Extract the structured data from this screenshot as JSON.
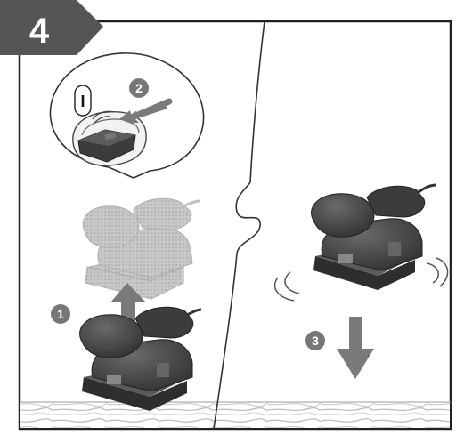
{
  "step": {
    "number": "4",
    "tab_color": "#555555"
  },
  "markers": [
    {
      "id": "marker-1",
      "label": "1"
    },
    {
      "id": "marker-2",
      "label": "2"
    },
    {
      "id": "marker-3",
      "label": "3"
    }
  ],
  "switch": {
    "position_symbol": "I"
  },
  "icons": {
    "sander_lifted": "orbital-sander-ghost-icon",
    "sander_running": "orbital-sander-running-icon",
    "sander_resting": "orbital-sander-icon",
    "switch_closeup": "power-switch-callout-icon",
    "arrow_up": "arrow-up-icon",
    "arrow_down": "arrow-down-icon",
    "arrow_press": "arrow-press-icon"
  },
  "colors": {
    "tab": "#555555",
    "marker": "#777777",
    "arrow": "#7a7a7a",
    "sander_dark": "#4a4a4a",
    "sander_ghost": "#bdbdbd",
    "frame": "#222222"
  }
}
